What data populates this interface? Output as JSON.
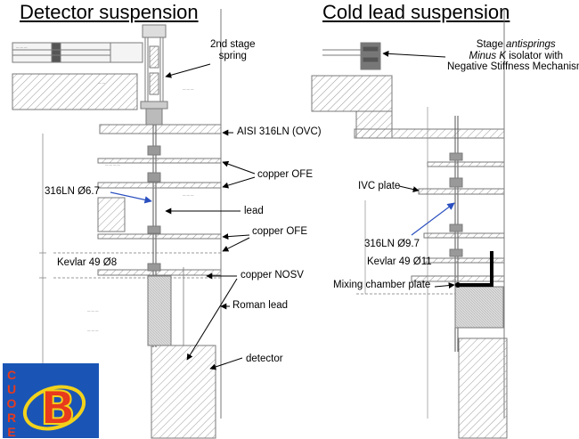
{
  "titles": {
    "left": "Detector suspension",
    "right": "Cold lead suspension"
  },
  "left_labels": {
    "second_stage_line1": "2nd stage",
    "second_stage_line2": "spring",
    "aisi": "AISI 316LN (OVC)",
    "copper_ofe_1": "copper OFE",
    "rod_316ln": "316LN Ø6.7",
    "lead": "lead",
    "copper_ofe_2": "copper OFE",
    "kevlar": "Kevlar 49 Ø8",
    "copper_nosv": "copper NOSV",
    "roman_lead": "Roman lead",
    "detector": "detector"
  },
  "right_labels": {
    "antisprings_line1_pre": "Stage ",
    "antisprings_line1_em": "antisprings",
    "antisprings_line2_em": "Minus K",
    "antisprings_line2_post": " isolator with",
    "antisprings_line3": "Negative Stiffness Mechanism",
    "ivc_plate": "IVC plate",
    "rod_316ln": "316LN Ø9.7",
    "kevlar": "Kevlar 49 Ø11",
    "mixing_chamber": "Mixing chamber plate"
  },
  "logo": {
    "letters": [
      "C",
      "U",
      "O",
      "R",
      "E"
    ],
    "mark": "B",
    "colors": {
      "background": "#1a55b5",
      "letters": "#e83a1c",
      "mark_fill": "#e83a1c",
      "mark_outline": "#f2d21b"
    }
  },
  "colors": {
    "drawing_lines": "#7a7a7a",
    "hatch": "#9a9a9a",
    "arrows": "#000000",
    "blue_pointer": "#2a4fbf",
    "cold_lead_path": "#000000"
  }
}
